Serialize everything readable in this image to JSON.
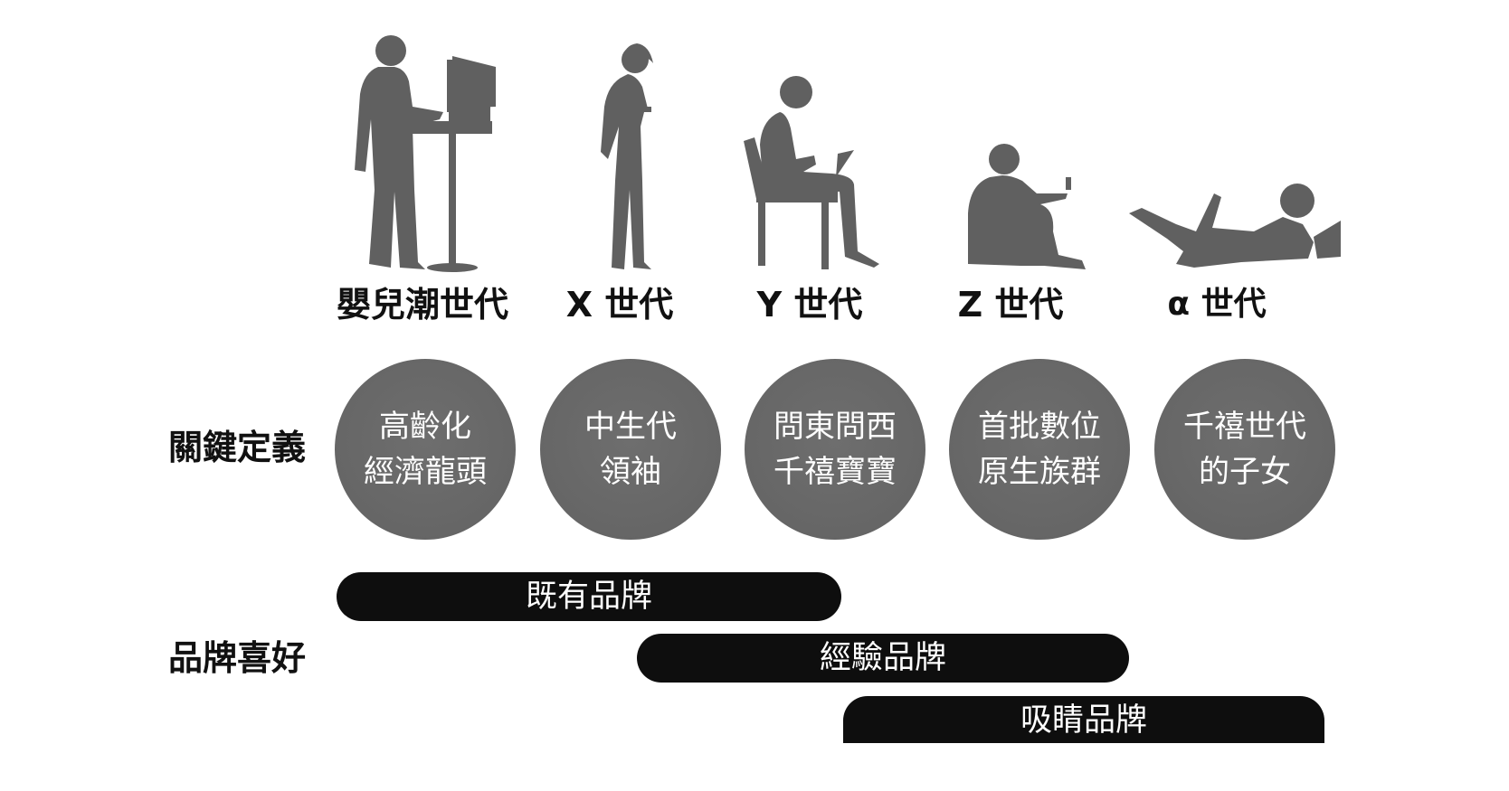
{
  "generations": [
    {
      "label": "嬰兒潮世代",
      "definition": [
        "高齡化",
        "經濟龍頭"
      ]
    },
    {
      "label": "X 世代",
      "definition": [
        "中生代",
        "領袖"
      ]
    },
    {
      "label": "Y 世代",
      "definition": [
        "問東問西",
        "千禧寶寶"
      ]
    },
    {
      "label": "Z 世代",
      "definition": [
        "首批數位",
        "原生族群"
      ]
    },
    {
      "label": "α 世代",
      "definition": [
        "千禧世代",
        "的子女"
      ]
    }
  ],
  "rows": {
    "definition_label": "關鍵定義",
    "preference_label": "品牌喜好"
  },
  "preferences": [
    {
      "label": "既有品牌",
      "span": [
        "嬰兒潮世代",
        "Y 世代"
      ]
    },
    {
      "label": "經驗品牌",
      "span": [
        "X 世代",
        "Z 世代"
      ]
    },
    {
      "label": "吸睛品牌",
      "span": [
        "Y 世代",
        "α 世代"
      ]
    }
  ],
  "colors": {
    "silhouette": "#606060",
    "circle": "#666666",
    "bar": "#0e0e0e",
    "text": "#111111"
  },
  "icons": [
    "person-at-computer-icon",
    "person-with-phone-icon",
    "person-with-laptop-icon",
    "person-sitting-with-phone-icon",
    "child-lying-with-tablet-icon"
  ]
}
